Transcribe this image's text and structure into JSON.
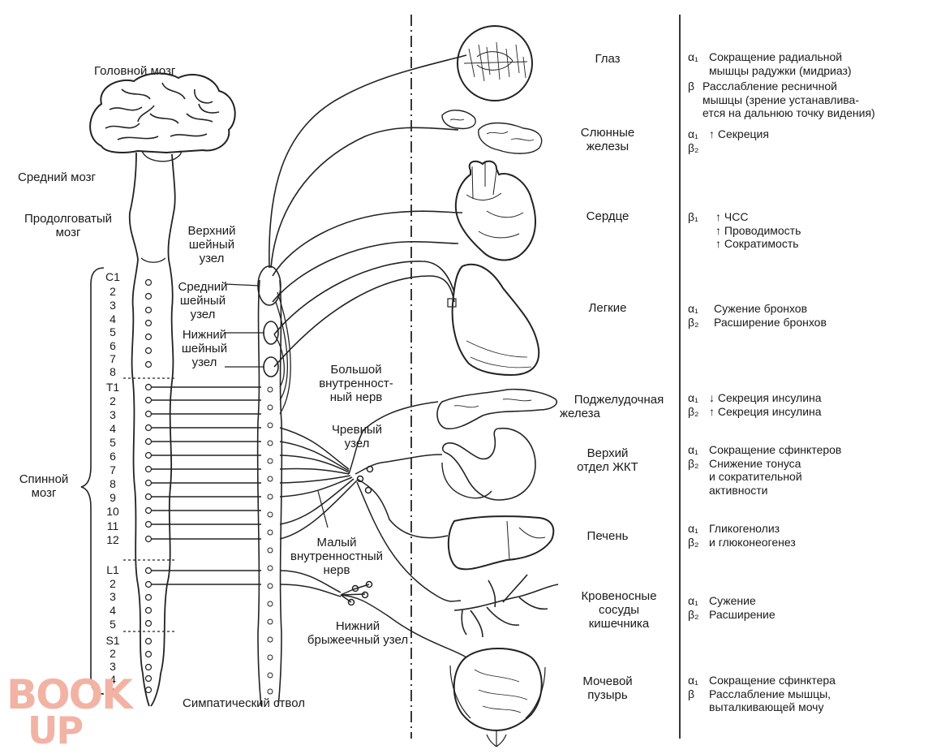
{
  "labels": {
    "brain": "Головной мозг",
    "midbrain": "Средний мозг",
    "medulla_1": "Продолговатый",
    "medulla_2": "мозг",
    "spinal_1": "Спинной",
    "spinal_2": "мозг",
    "sup_1": "Верхний",
    "sup_2": "шейный",
    "sup_3": "узел",
    "mid_1": "Средний",
    "mid_2": "шейный",
    "mid_3": "узел",
    "inf_1": "Нижний",
    "inf_2": "шейный",
    "inf_3": "узел",
    "gsn_1": "Большой",
    "gsn_2": "внутренност-",
    "gsn_3": "ный нерв",
    "cel_1": "Чревный",
    "cel_2": "узел",
    "lsn_1": "Малый",
    "lsn_2": "внутренностный",
    "lsn_3": "нерв",
    "imn_1": "Нижний",
    "imn_2": "брыжеечный узел",
    "trunk": "Симпатический ствол"
  },
  "segments": {
    "cervical": [
      "C1",
      "2",
      "3",
      "4",
      "5",
      "6",
      "7",
      "8"
    ],
    "thoracic": [
      "T1",
      "2",
      "3",
      "4",
      "5",
      "6",
      "7",
      "8",
      "9",
      "10",
      "11",
      "12"
    ],
    "lumbar": [
      "L1",
      "2",
      "3",
      "4",
      "5"
    ],
    "sacral": [
      "S1",
      "2",
      "3",
      "4",
      "5"
    ]
  },
  "organs": [
    {
      "l1": "Глаз",
      "l2": ""
    },
    {
      "l1": "Слюнные",
      "l2": "железы"
    },
    {
      "l1": "Сердце",
      "l2": ""
    },
    {
      "l1": "Легкие",
      "l2": ""
    },
    {
      "l1": "Поджелудочная",
      "l2": "железа"
    },
    {
      "l1": "Верхий",
      "l2": "отдел ЖКТ"
    },
    {
      "l1": "Печень",
      "l2": ""
    },
    {
      "l1": "Кровеносные",
      "l2": "сосуды",
      "l3": "кишечника"
    },
    {
      "l1": "Мочевой",
      "l2": "пузырь"
    }
  ],
  "effects": {
    "eye": [
      {
        "r": "α₁",
        "t": "Сокращение радиальной"
      },
      {
        "r": "",
        "t": "мышцы радужки (мидриаз)"
      },
      {
        "r": "β",
        "t": "Расслабление ресничной"
      },
      {
        "r": "",
        "t": "мышцы (зрение устанавлива-"
      },
      {
        "r": "",
        "t": "ется на дальнюю точку видения)"
      }
    ],
    "salivary": [
      {
        "r": "α₁",
        "t": "↑ Секреция"
      },
      {
        "r": "β₂",
        "t": ""
      }
    ],
    "heart": [
      {
        "r": "β₁",
        "t": "↑ ЧСС"
      },
      {
        "r": "",
        "t": "↑ Проводимость"
      },
      {
        "r": "",
        "t": "↑ Сократимость"
      }
    ],
    "lungs": [
      {
        "r": "α₁",
        "t": "Сужение бронхов"
      },
      {
        "r": "β₂",
        "t": "Расширение бронхов"
      }
    ],
    "pancreas": [
      {
        "r": "α₁",
        "t": "↓ Секреция инсулина"
      },
      {
        "r": "β₂",
        "t": "↑ Секреция инсулина"
      }
    ],
    "gi": [
      {
        "r": "α₁",
        "t": "Сокращение сфинктеров"
      },
      {
        "r": "β₂",
        "t": "Снижение тонуса"
      },
      {
        "r": "",
        "t": "и сократительной"
      },
      {
        "r": "",
        "t": "активности"
      }
    ],
    "liver": [
      {
        "r": "α₁",
        "t": "Гликогенолиз"
      },
      {
        "r": "β₂",
        "t": "и глюконеогенез"
      }
    ],
    "vessels": [
      {
        "r": "α₁",
        "t": "Сужение"
      },
      {
        "r": "β₂",
        "t": "Расширение"
      }
    ],
    "bladder": [
      {
        "r": "α₁",
        "t": "Сокращение сфинктера"
      },
      {
        "r": "β",
        "t": "Расслабление мышцы,"
      },
      {
        "r": "",
        "t": "выталкивающей мочу"
      }
    ]
  },
  "logo": {
    "line1": "BOOK",
    "line2": "UP"
  }
}
